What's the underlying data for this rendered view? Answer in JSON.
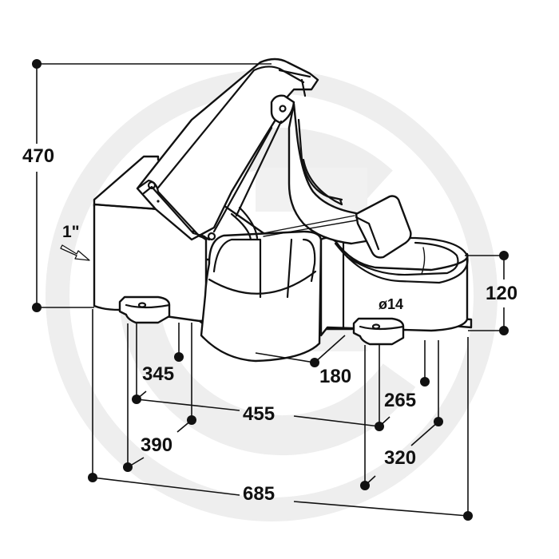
{
  "diagram": {
    "type": "technical-dimension-drawing",
    "subject": "animal drinking trough with pivoting pressure valve lever (isometric view)",
    "units": "mm",
    "watermark": {
      "shape": "circle-with-letter",
      "color": "#eeeeee"
    }
  },
  "dimensions": {
    "height_total": "470",
    "inlet_thread": "1\"",
    "bowl_height": "120",
    "mount_hole_diameter": "ø14",
    "hole_spacing_front": "180",
    "left_foot_depth_inner": "345",
    "left_foot_depth_outer": "390",
    "hole_spacing_length": "455",
    "right_foot_depth_inner": "265",
    "right_foot_depth_outer": "320",
    "length_total": "685"
  },
  "colors": {
    "line": "#111111",
    "background": "#ffffff",
    "watermark": "#eeeeee"
  }
}
